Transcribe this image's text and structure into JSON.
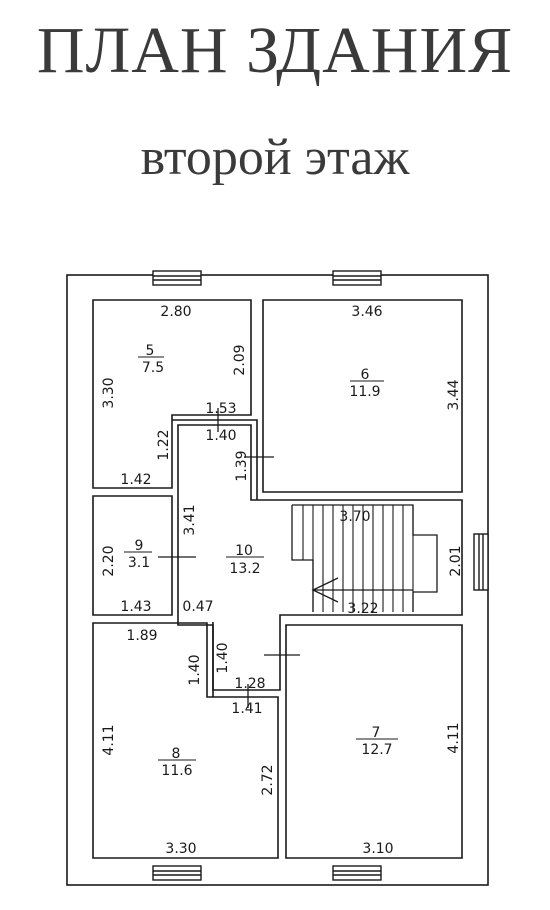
{
  "header": {
    "title": "ПЛАН ЗДАНИЯ",
    "subtitle": "второй этаж"
  },
  "rooms": [
    {
      "number": "5",
      "area": "7.5"
    },
    {
      "number": "6",
      "area": "11.9"
    },
    {
      "number": "9",
      "area": "3.1"
    },
    {
      "number": "10",
      "area": "13.2"
    },
    {
      "number": "8",
      "area": "11.6"
    },
    {
      "number": "7",
      "area": "12.7"
    }
  ],
  "dimensions": {
    "r5_top": "2.80",
    "r5_left": "3.30",
    "r5_right": "2.09",
    "r5_bottom": "1.42",
    "r5_inner": "1.22",
    "door_153": "1.53",
    "door_140a": "1.40",
    "door_139": "1.39",
    "r6_top": "3.46",
    "r6_right": "3.44",
    "stair_top": "3.70",
    "stair_right": "2.01",
    "stair_bottom": "3.22",
    "r9_left": "2.20",
    "r9_bottom": "1.43",
    "r10_left": "3.41",
    "dim_047": "0.47",
    "r8_top": "1.89",
    "r8_notch": "1.40",
    "corr_140b": "1.40",
    "corr_128": "1.28",
    "corr_141": "1.41",
    "r8_left": "4.11",
    "r8_right": "2.72",
    "r8_bottom": "3.30",
    "r7_right": "4.11",
    "r7_bottom": "3.10"
  }
}
